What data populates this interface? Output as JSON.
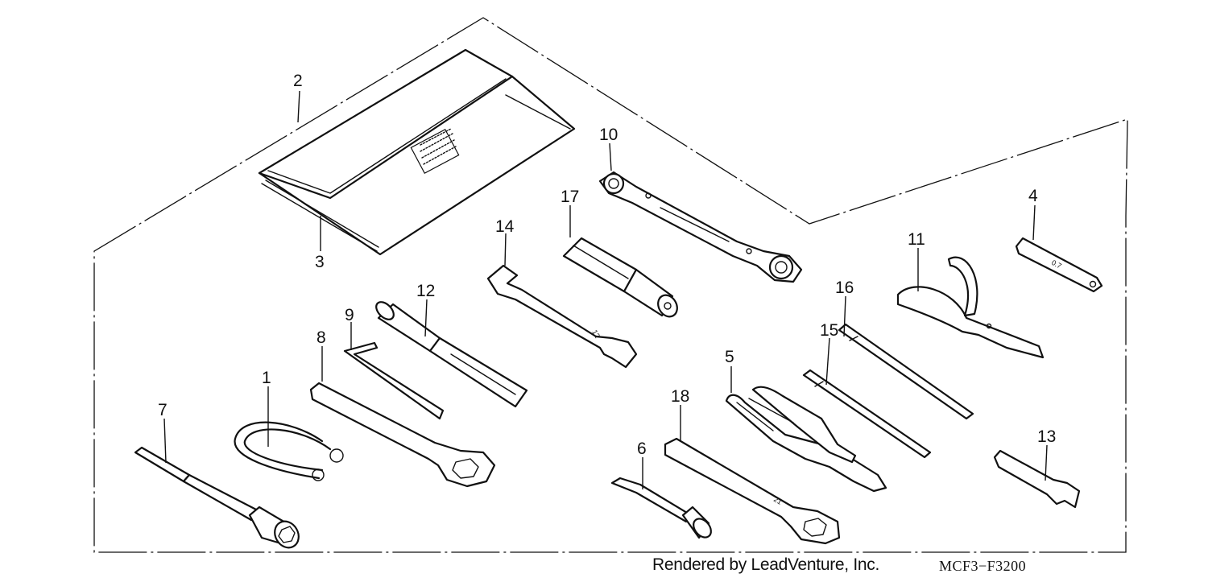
{
  "diagram": {
    "callouts": [
      "1",
      "2",
      "3",
      "4",
      "5",
      "6",
      "7",
      "8",
      "9",
      "10",
      "11",
      "12",
      "13",
      "14",
      "15",
      "16",
      "17",
      "18"
    ],
    "wrench_stamp_12": "12",
    "wrench_stamp_21": "21",
    "spanner_stamp_07": "0.7"
  },
  "footer": {
    "credit": "Rendered by LeadVenture, Inc.",
    "code": "MCF3−F3200"
  }
}
